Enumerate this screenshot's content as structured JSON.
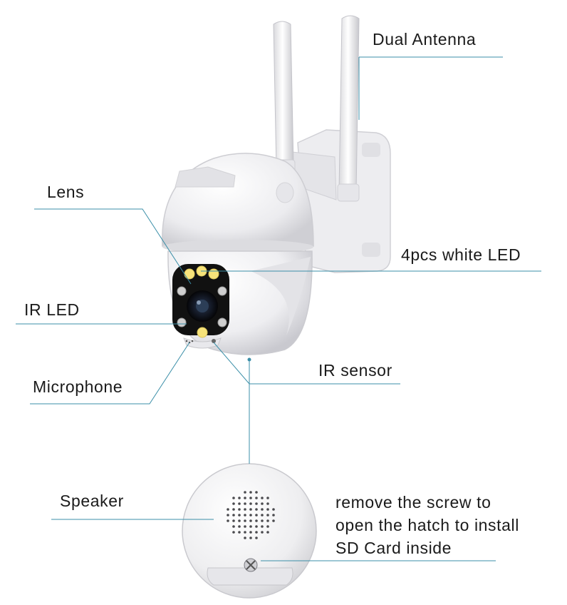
{
  "callouts": {
    "dual_antenna": "Dual Antenna",
    "lens": "Lens",
    "white_led": "4pcs white LED",
    "ir_led": "IR LED",
    "ir_sensor": "IR sensor",
    "microphone": "Microphone",
    "speaker": "Speaker",
    "sd_card_lines": [
      "remove the screw to",
      "open the hatch to install",
      "SD Card inside"
    ]
  },
  "colors": {
    "leader_line": "#3b8fa8",
    "housing": "#f4f4f6",
    "lens_panel": "#111111",
    "white_led": "#f7e37a",
    "ir_led": "#cfcfcf"
  },
  "icons": {
    "speaker_grille": "speaker-grille-icon",
    "hatch_screw": "screw-icon"
  }
}
